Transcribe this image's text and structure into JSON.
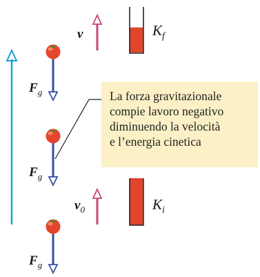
{
  "labels": {
    "v_final": {
      "main": "v",
      "sub": ""
    },
    "v_initial": {
      "main": "v",
      "sub": "0"
    },
    "k_final": {
      "main": "K",
      "sub": "f"
    },
    "k_initial": {
      "main": "K",
      "sub": "i"
    },
    "force_top": {
      "main": "F",
      "sub": "g"
    },
    "force_middle": {
      "main": "F",
      "sub": "g"
    },
    "force_bottom": {
      "main": "F",
      "sub": "g"
    }
  },
  "note": {
    "lines": [
      "La forza gravitazionale",
      "compie lavoro negativo",
      "diminuendo la velocità",
      "e l’energia cinetica"
    ]
  },
  "colors": {
    "motion_arrow": "#1aa0d8",
    "velocity_arrow": "#c4467e",
    "force_arrow": "#3b4ea3",
    "energy_bar": "#e0452e",
    "note_background": "#fbf0c6",
    "tomato": "#e5452c"
  },
  "energy": {
    "k_final_fill_fraction": 0.55,
    "k_initial_fill_fraction": 1.0
  }
}
